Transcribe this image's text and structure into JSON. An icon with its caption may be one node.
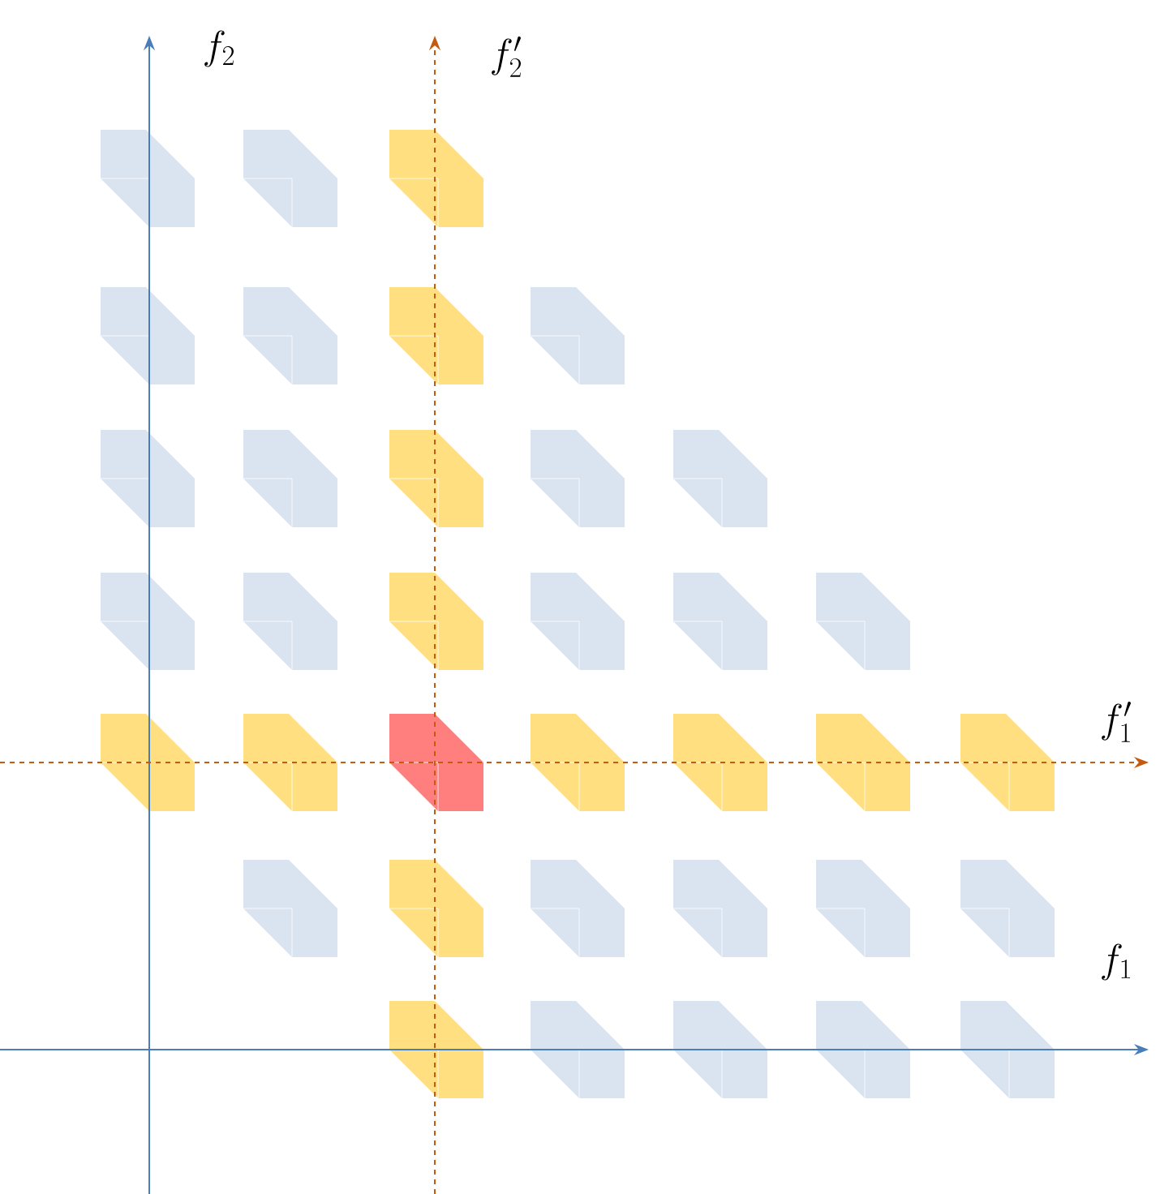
{
  "diagram": {
    "labels": [
      "f_2",
      "f'_2",
      "f'_1",
      "f_1"
    ]
  }
}
